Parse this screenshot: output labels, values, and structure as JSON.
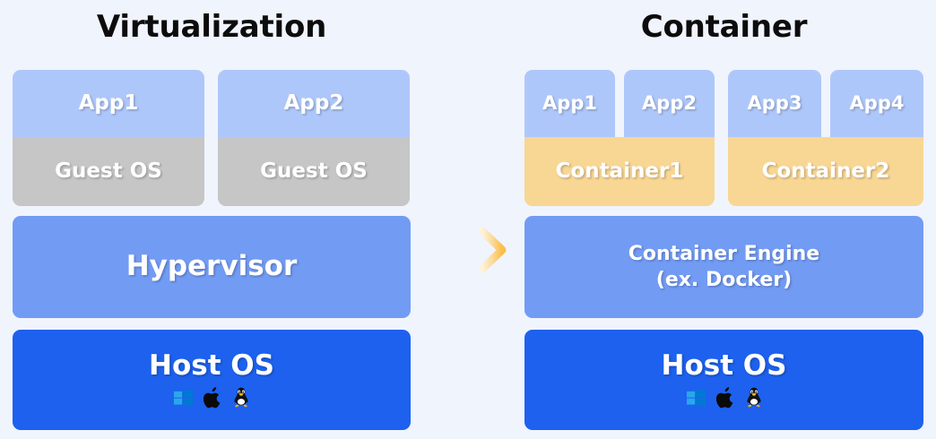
{
  "background_color": "#f0f4fd",
  "columns": {
    "left": {
      "title": "Virtualization",
      "vms": [
        {
          "app_label": "App1",
          "os_label": "Guest OS"
        },
        {
          "app_label": "App2",
          "os_label": "Guest OS"
        }
      ],
      "hypervisor_label": "Hypervisor",
      "host": {
        "label": "Host OS",
        "icons": [
          "windows-icon",
          "apple-icon",
          "linux-tux-icon"
        ]
      }
    },
    "right": {
      "title": "Container",
      "containers": [
        {
          "name": "Container1",
          "apps": [
            "App1",
            "App2"
          ]
        },
        {
          "name": "Container2",
          "apps": [
            "App3",
            "App4"
          ]
        }
      ],
      "engine_label_line1": "Container Engine",
      "engine_label_line2": "(ex. Docker)",
      "host": {
        "label": "Host OS",
        "icons": [
          "windows-icon",
          "apple-icon",
          "linux-tux-icon"
        ]
      }
    }
  },
  "arrow": {
    "icon": "arrow-right-icon",
    "direction": "left-to-right",
    "color_start": "#fdf0d6",
    "color_end": "#fbbf4a"
  },
  "colors": {
    "app_blue": "#aec7fa",
    "guest_os_gray": "#c6c6c6",
    "container_orange": "#f8d694",
    "mid_blue": "#729bf4",
    "host_blue": "#1d61ee",
    "title_black": "#0c0c0c",
    "label_white": "#ffffff"
  }
}
